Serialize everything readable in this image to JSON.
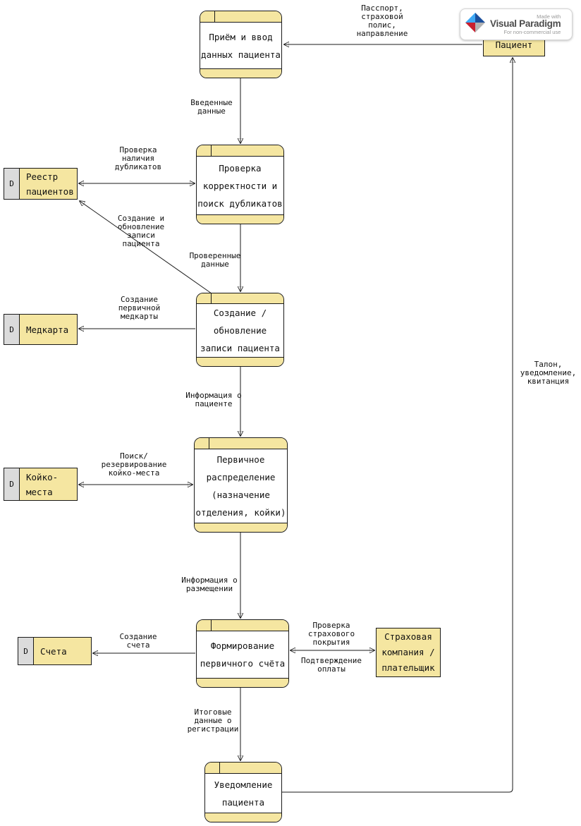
{
  "colors": {
    "node_fill": "#F5E6A1",
    "store_id_fill": "#DBDBDB",
    "border": "#1a1a1a",
    "background": "#ffffff"
  },
  "logo": {
    "made_with": "Made with",
    "brand": "Visual Paradigm",
    "license": "For non-commercial use"
  },
  "processes": {
    "intake": {
      "label": "Приём и ввод\nданных пациента"
    },
    "check": {
      "label": "Проверка\nкорректности и\nпоиск дубликатов"
    },
    "create": {
      "label": "Создание /\nобновление\nзаписи пациента"
    },
    "allocate": {
      "label": "Первичное\nраспределение\n(назначение\nотделения, койки)"
    },
    "invoice": {
      "label": "Формирование\nпервичного счёта"
    },
    "notify": {
      "label": "Уведомление\nпациента"
    }
  },
  "datastores": {
    "registry": {
      "id": "D",
      "label": "Реестр\nпациентов"
    },
    "medcard": {
      "id": "D",
      "label": "Медкарта"
    },
    "beds": {
      "id": "D",
      "label": "Койко-\nместа"
    },
    "bills": {
      "id": "D",
      "label": "Счета"
    }
  },
  "entities": {
    "patient": {
      "label": "Пациент"
    },
    "insurance": {
      "label": "Страховая\nкомпания /\nплательщик"
    }
  },
  "flows": {
    "passport": "Пасспорт,\nстраховой\nполис,\nнаправление",
    "entered": "Введенные\nданные",
    "dup_check": "Проверка\nналичия\nдубликатов",
    "verified": "Проверенные\nданные",
    "create_update": "Создание и\nобновление\nзаписи\nпациента",
    "medcard_create": "Создание\nпервичной\nмедкарты",
    "patient_info": "Информация о\nпациенте",
    "bed_search": "Поиск/\nрезервирование\nкойко-места",
    "placement_info": "Информация о\nразмещении",
    "bill_create": "Создание\nсчета",
    "insurance_check": "Проверка\nстрахового\nпокрытия",
    "payment_confirm": "Подтверждение\nоплаты",
    "final_data": "Итоговые\nданные о\nрегистрации",
    "ticket": "Талон,\nуведомление,\nквитанция"
  }
}
